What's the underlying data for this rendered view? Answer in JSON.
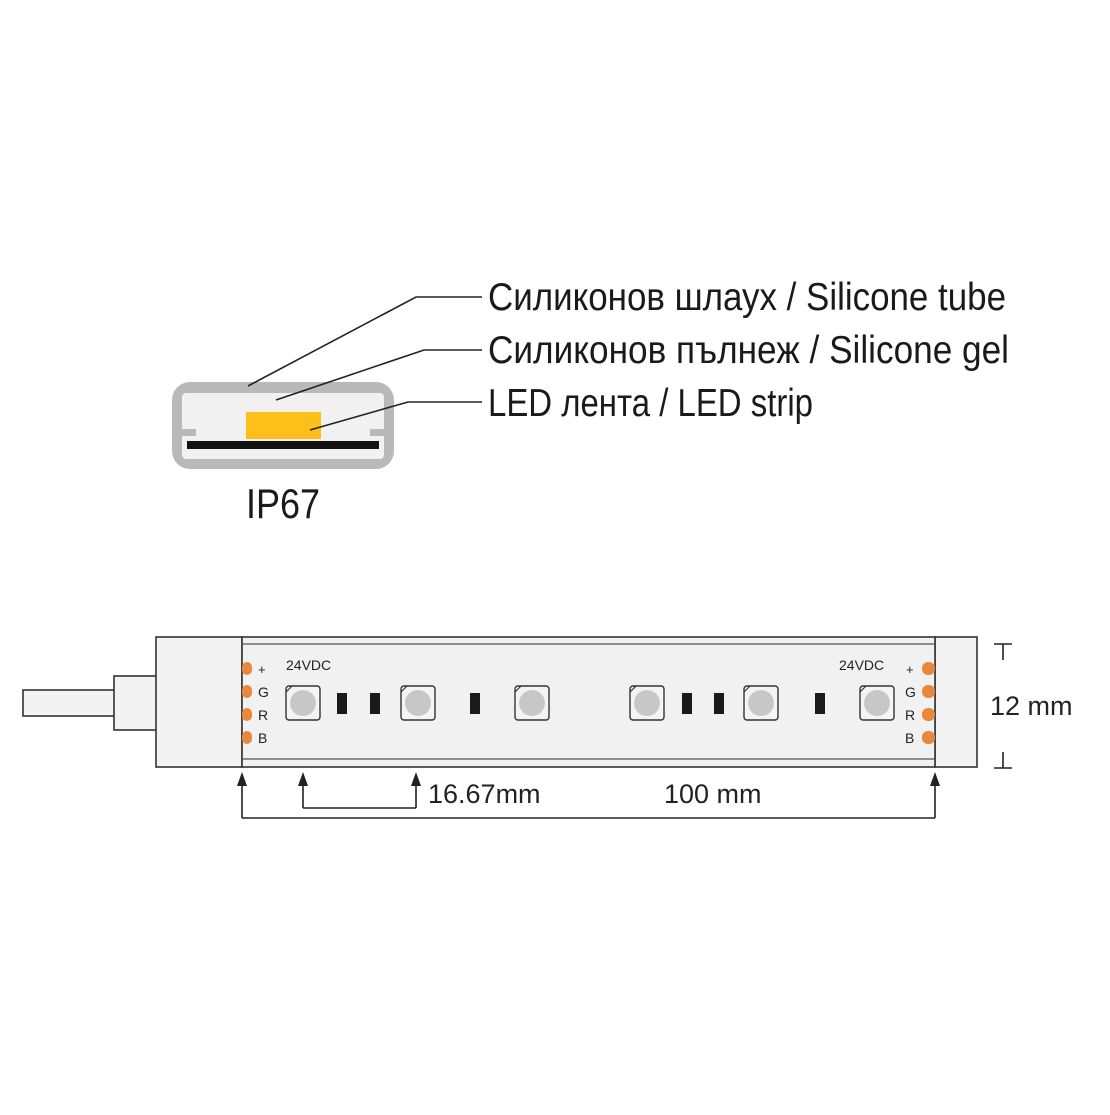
{
  "cross_section": {
    "labels": [
      {
        "text": "Силиконов шлаух / Silicone tube"
      },
      {
        "text": "Силиконов пълнеж / Silicone gel"
      },
      {
        "text": "LED лента / LED strip"
      }
    ],
    "rating": "IP67",
    "colors": {
      "tube": "#b9b9b9",
      "gel": "#f1f1f1",
      "led": "#ffbf1a",
      "pcb": "#111111"
    }
  },
  "strip_view": {
    "voltage_left": "24VDC",
    "voltage_right": "24VDC",
    "pins_left": [
      "+",
      "G",
      "R",
      "B"
    ],
    "pins_right": [
      "+",
      "G",
      "R",
      "B"
    ],
    "pad_color": "#e8883c",
    "dimension_pitch": "16.67mm",
    "dimension_cut": "100 mm",
    "dimension_width": "12 mm"
  }
}
